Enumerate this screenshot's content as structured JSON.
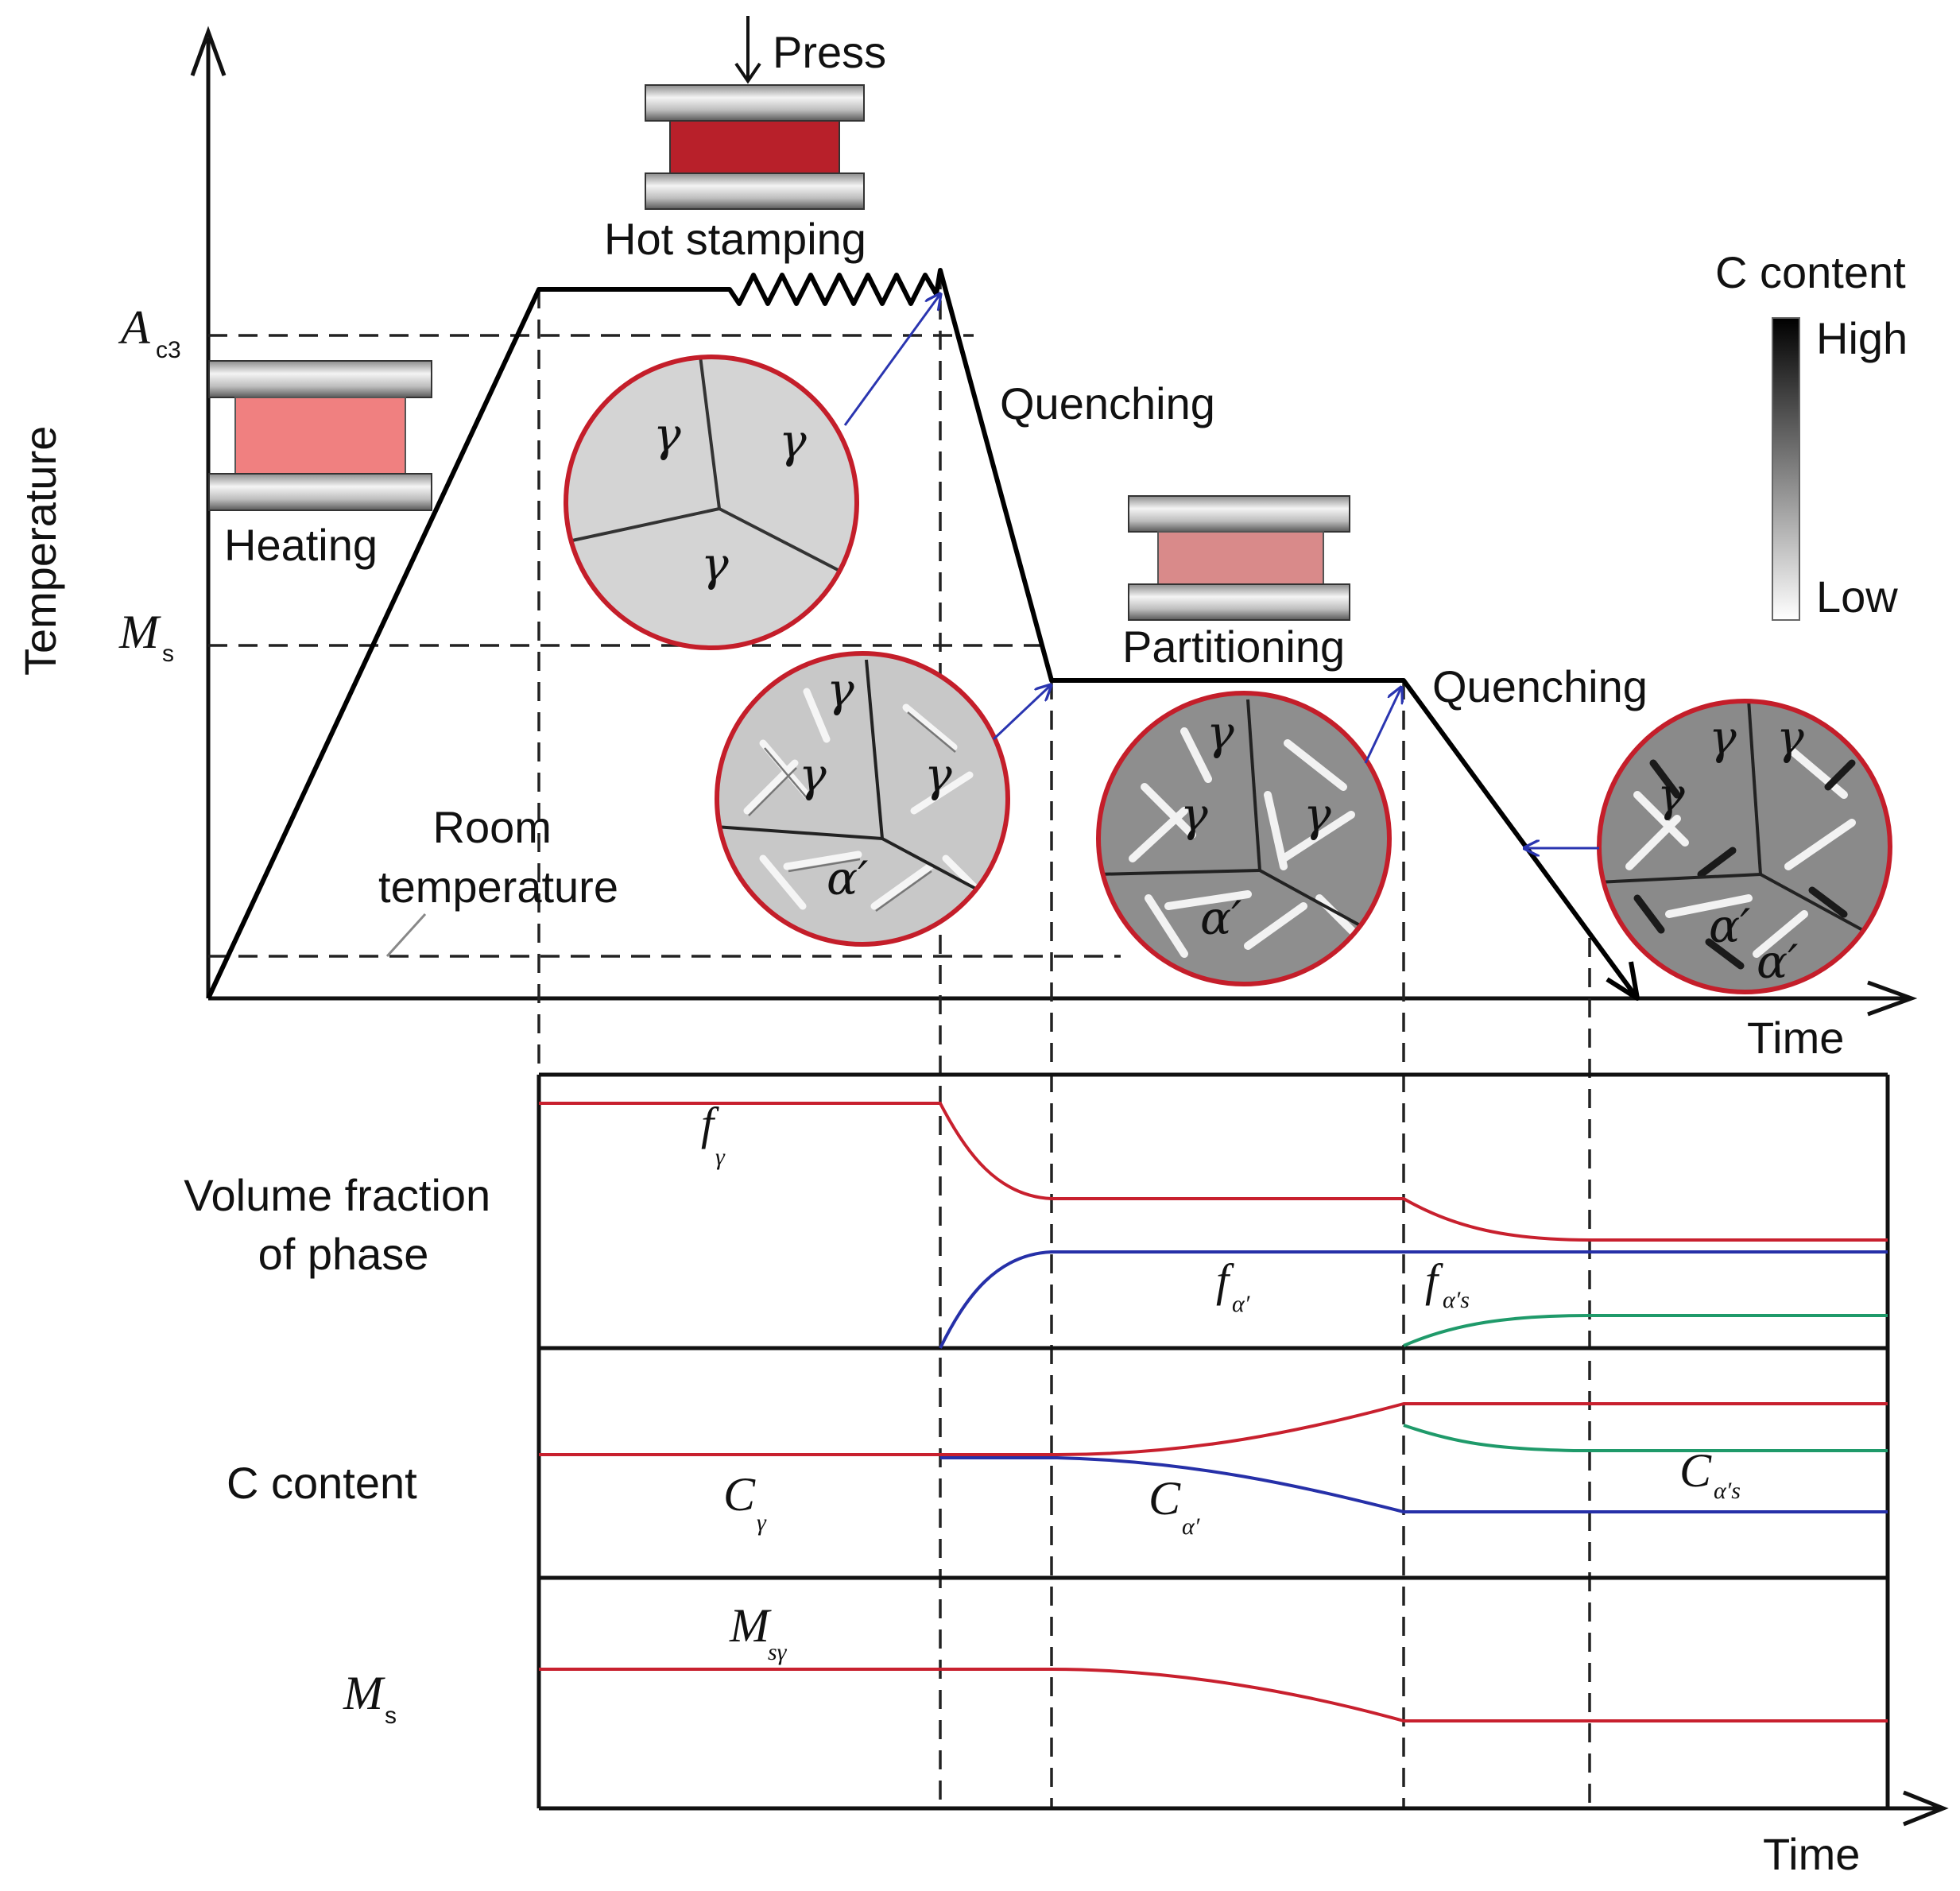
{
  "axes": {
    "temperature_label": "Temperature",
    "time_label_top": "Time",
    "time_label_bottom": "Time"
  },
  "temperature_levels": {
    "ac3_main": "A",
    "ac3_sub": "c3",
    "ms_main": "M",
    "ms_sub": "s",
    "room_line1": "Room",
    "room_line2": "temperature"
  },
  "process_steps": {
    "press": "Press",
    "hot_stamping": "Hot stamping",
    "heating": "Heating",
    "quenching_1": "Quenching",
    "partitioning": "Partitioning",
    "quenching_2": "Quenching"
  },
  "legend": {
    "title": "C content",
    "high": "High",
    "low": "Low"
  },
  "phases": {
    "gamma": "γ",
    "alpha_prime": "α′"
  },
  "lower_panels": {
    "volume_line1": "Volume fraction",
    "volume_line2": "of phase",
    "c_content": "C content",
    "ms_main": "M",
    "ms_sub": "s"
  },
  "curve_labels": {
    "f": "f",
    "f_gamma_sub": "γ",
    "f_alpha_sub": "α′",
    "f_alpha_s_sub": "α′s",
    "c": "C",
    "c_gamma_sub": "γ",
    "c_alpha_sub": "α′",
    "c_alpha_s_sub": "α′s",
    "ms_m": "M",
    "ms_s_sub": "sγ"
  },
  "colors": {
    "austenite_curve": "#c8202e",
    "martensite_curve": "#2630a8",
    "secondary_martensite_curve": "#1f9a6a",
    "heating_sample": "#f08080",
    "hot_stamping_sample": "#b8202a",
    "partitioning_sample": "#d98a8a"
  }
}
